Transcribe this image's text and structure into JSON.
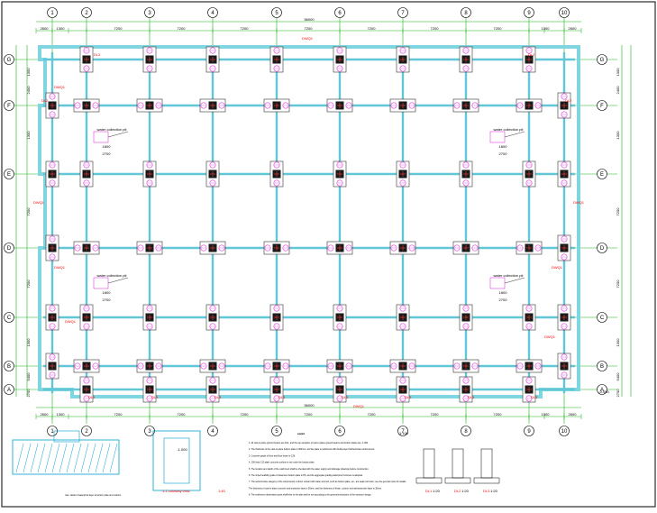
{
  "drawing": {
    "scale": "1:100",
    "overall_dimension": "56000",
    "column_spacing_x": [
      "2600",
      "1300",
      "7200",
      "7200",
      "7200",
      "7200",
      "7200",
      "7200",
      "7200",
      "1300",
      "2600"
    ],
    "row_spacing_y": [
      "1300",
      "2400",
      "1300",
      "7200",
      "7200",
      "1300",
      "5400",
      "2700"
    ],
    "elevation_label": "-1.000",
    "elevation_label_right": "-0.050"
  },
  "grid": {
    "columns": [
      "1",
      "2",
      "3",
      "4",
      "5",
      "6",
      "7",
      "8",
      "9",
      "10"
    ],
    "rows": [
      "G",
      "F",
      "E",
      "D",
      "C",
      "B",
      "A"
    ]
  },
  "labels": {
    "beam_dl1": "DL1",
    "beam_dl2": "DL2",
    "beam_dl3": "DL3",
    "wall_dwq1": "DWQ1",
    "water_pit": "water collection pit",
    "pit_dim_a": "1800",
    "pit_dim_b": "2700",
    "section_label": "1-1 cutaway view",
    "section_scale": "1:40",
    "section_small": "DL1",
    "dl_details": [
      {
        "label": "DL1",
        "scale": "1:20"
      },
      {
        "label": "DL2",
        "scale": "1:20"
      },
      {
        "label": "DL3",
        "scale": "1:20"
      }
    ]
  },
  "notes": {
    "heading": "explain",
    "items": [
      "1. All cast-in-place ground beams are DL1, and the top elevation of cast-in-place ground beams and bottom plates are -1.000.",
      "2. The thickness of the cast-in-place bottom plate is 300mm, and the plate is reinforced with double-layer bidirectional reinforcement.",
      "3. Concrete grade of floor and floor beam is C30.",
      "4. 100 thick C15 plain concrete cushion is set under the bottom plate.",
      "5. The location and depth of the catchment shall be checked with the water supply and drainage drawings before construction.",
      "6. The impermeability grade of basement bottom plate is P6, and the aggregate grading waterproof concrete is adopted.",
      "7. The anticorrosive category of the components in direct contact with water and soil, such as bottom plate, etc., are weak corrosion; see the general notes for details.",
      "The thickness of cast-in-place concrete and protective layer is 50mm, and the thickness of beam, column and wall protective layer is 30mm.",
      "8. The settlement observation point shall refer to the plan and be set according to the general instructions of the structure design."
    ],
    "footer_left": "note: detail of waterproof layer at bottom plate and cushion"
  }
}
